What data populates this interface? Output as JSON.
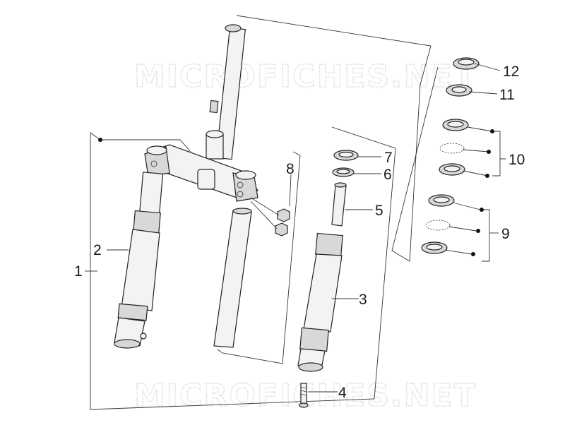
{
  "watermark": {
    "top": "MICROFICHES.NET",
    "bottom": "MICROFICHES.NET"
  },
  "callouts": {
    "c1": "1",
    "c2": "2",
    "c3": "3",
    "c4": "4",
    "c5": "5",
    "c6": "6",
    "c7": "7",
    "c8": "8",
    "c9": "9",
    "c10": "10",
    "c11": "11",
    "c12": "12"
  }
}
